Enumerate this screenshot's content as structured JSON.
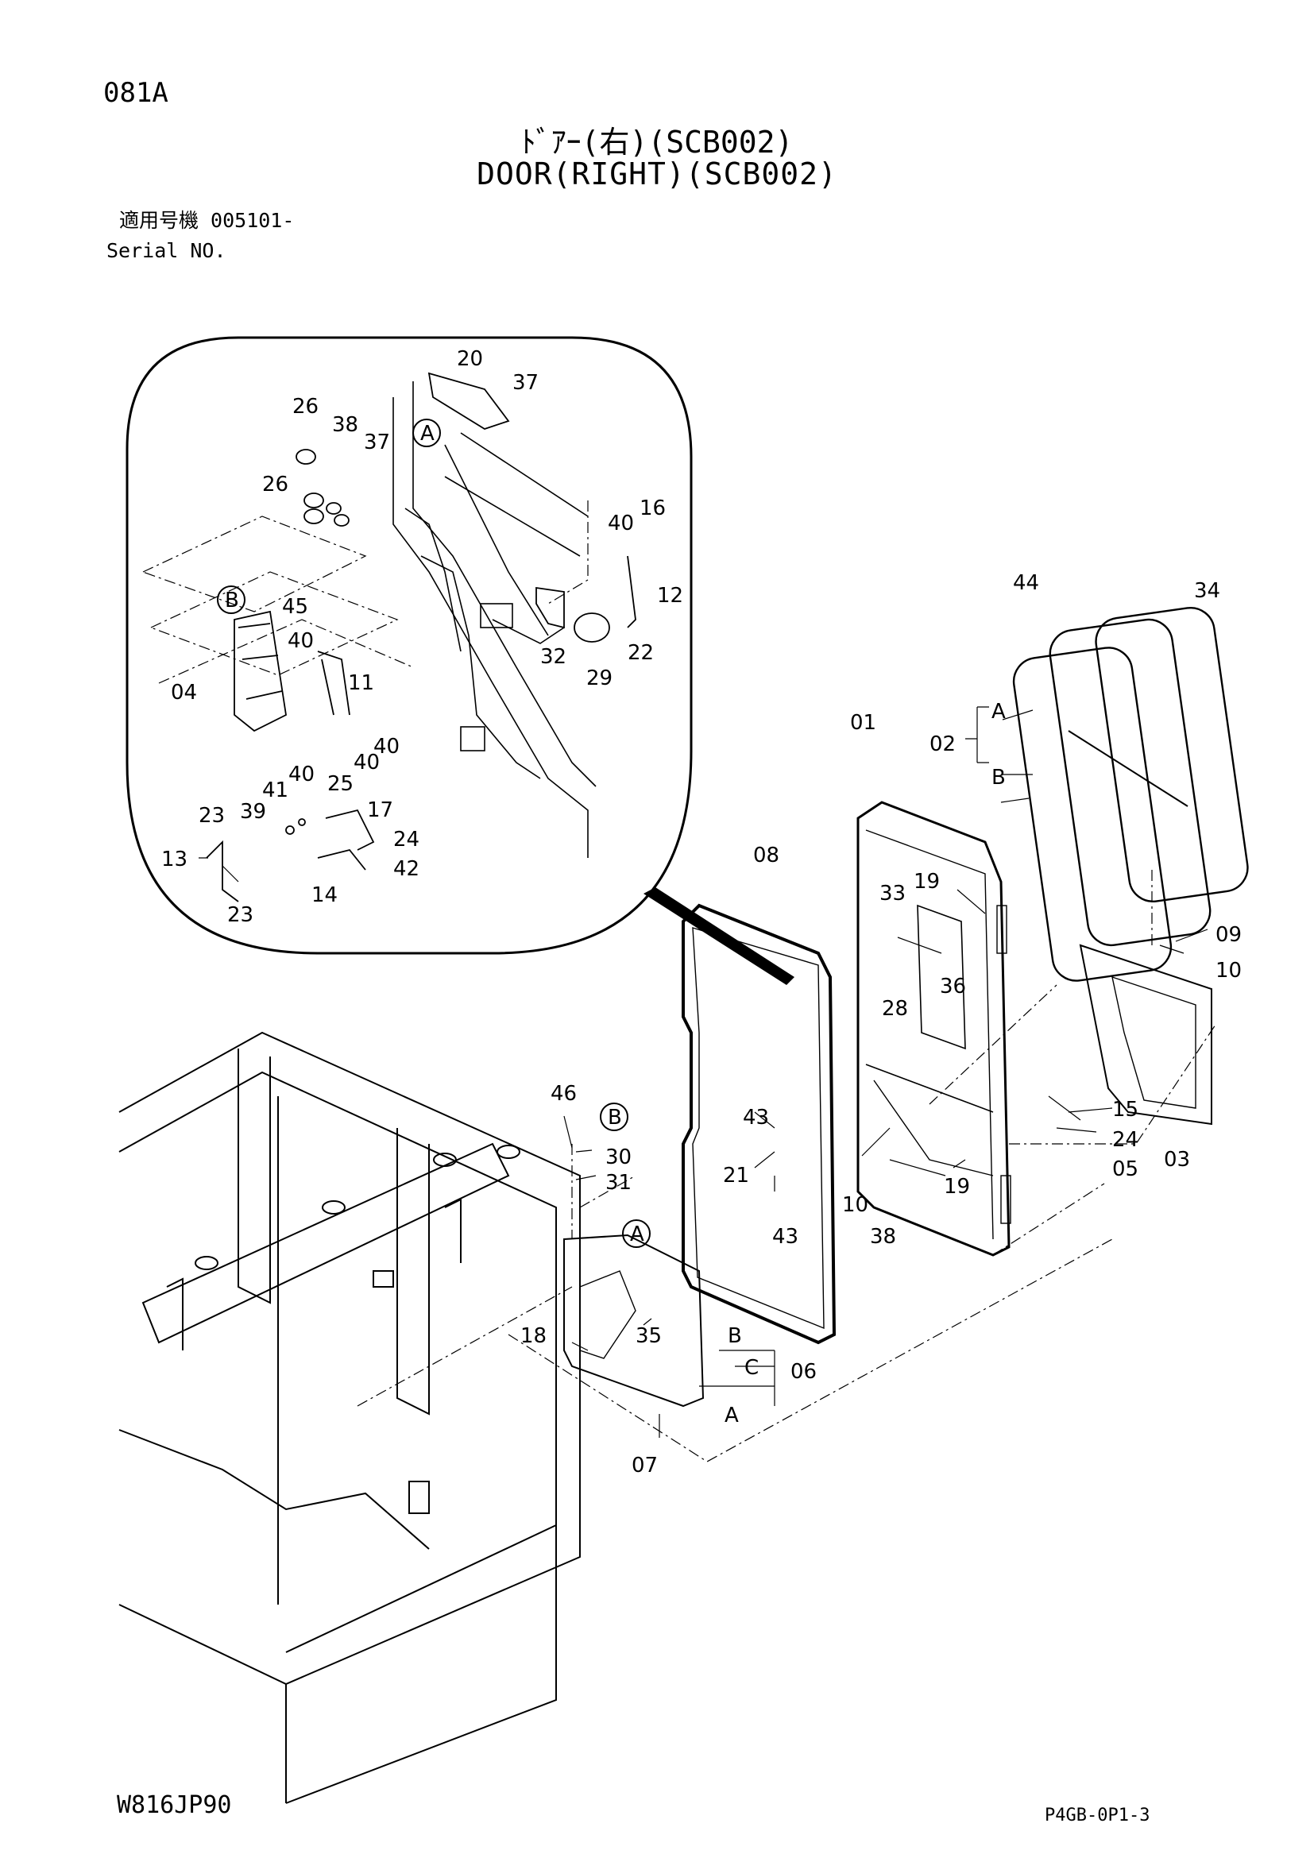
{
  "header": {
    "page_code": "081A",
    "title_jp": "ﾄﾞｱｰ(右)(SCB002)",
    "title_en": "DOOR(RIGHT)(SCB002)",
    "serial_jp": "適用号機 005101-",
    "serial_en": "Serial NO."
  },
  "footer": {
    "left": "W816JP90",
    "right": "P4GB-0P1-3"
  },
  "callouts": {
    "c01": "01",
    "c02": "02",
    "c03": "03",
    "c04": "04",
    "c05": "05",
    "c06": "06",
    "c07": "07",
    "c08": "08",
    "c09": "09",
    "c10a": "10",
    "c10b": "10",
    "c11": "11",
    "c12": "12",
    "c13": "13",
    "c14": "14",
    "c15": "15",
    "c16": "16",
    "c17": "17",
    "c18": "18",
    "c19a": "19",
    "c19b": "19",
    "c20": "20",
    "c21": "21",
    "c22": "22",
    "c23a": "23",
    "c23b": "23",
    "c24a": "24",
    "c24b": "24",
    "c25": "25",
    "c26a": "26",
    "c26b": "26",
    "c28": "28",
    "c29": "29",
    "c30": "30",
    "c31": "31",
    "c32": "32",
    "c33": "33",
    "c34": "34",
    "c35": "35",
    "c36": "36",
    "c37a": "37",
    "c37b": "37",
    "c38a": "38",
    "c38b": "38",
    "c39": "39",
    "c40a": "40",
    "c40b": "40",
    "c40c": "40",
    "c40d": "40",
    "c40e": "40",
    "c41": "41",
    "c42": "42",
    "c43a": "43",
    "c43b": "43",
    "c44": "44",
    "c45": "45",
    "c46": "46"
  },
  "refs": {
    "A_glass": "A",
    "B_glass": "B",
    "A_seal": "A",
    "B_seal": "B",
    "C_seal": "C",
    "A_circle_detail": "A",
    "B_circle_detail": "B",
    "A_circle_panel": "A",
    "B_circle_panel": "B"
  }
}
